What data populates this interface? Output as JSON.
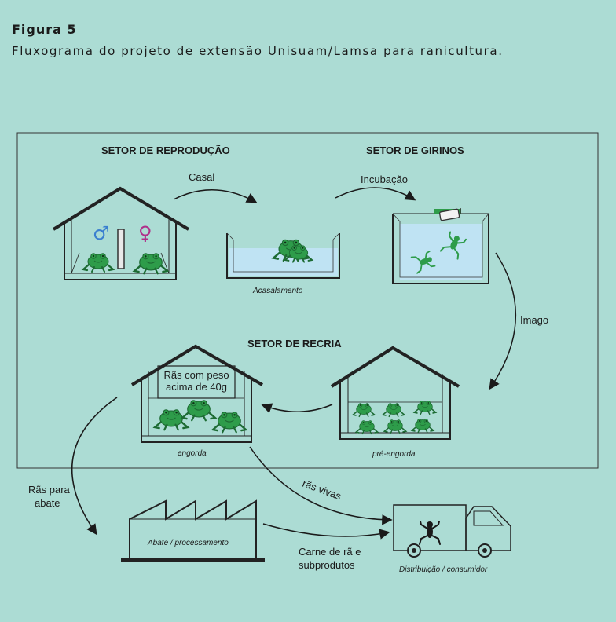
{
  "figure": {
    "label": "Figura 5",
    "caption": "Fluxograma do projeto de extensão Unisuam/Lamsa para ranicultura."
  },
  "sections": {
    "reproducao": "SETOR DE REPRODUÇÃO",
    "girinos": "SETOR DE GIRINOS",
    "recria": "SETOR DE RECRIA"
  },
  "arrows": {
    "casal": "Casal",
    "incubacao": "Incubação",
    "imago": "Imago",
    "ras_abate_1": "Rãs para",
    "ras_abate_2": "abate",
    "ras_vivas": "rãs vivas",
    "carne_1": "Carne de rã e",
    "carne_2": "subprodutos"
  },
  "captions": {
    "acasalamento": "Acasalamento",
    "engorda": "engorda",
    "pre_engorda": "pré-engorda",
    "abate": "Abate / processamento",
    "distribuicao": "Distribuição / consumidor"
  },
  "engorda_sign": {
    "line1": "Rãs com peso",
    "line2": "acima de 40g"
  },
  "symbols": {
    "male": "♂",
    "female": "♀"
  },
  "colors": {
    "background": "#acdcd4",
    "frog": "#2e9c4a",
    "frog_dark": "#1d6b33",
    "water": "#bfe3f3",
    "male": "#3a7fd0",
    "female": "#b0308a"
  }
}
